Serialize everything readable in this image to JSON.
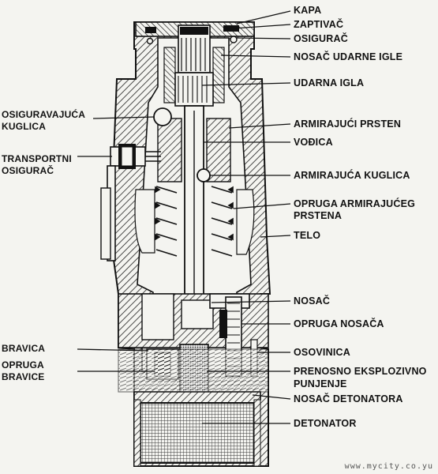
{
  "labels": {
    "kapa": "KAPA",
    "zaptivac": "ZAPTIVAČ",
    "osigurac": "OSIGURAČ",
    "nosac_udarne_igle": "NOSAČ UDARNE IGLE",
    "udarna_igla": "UDARNA IGLA",
    "armirajuci_prsten": "ARMIRAJUĆI PRSTEN",
    "vodica": "VOĐICA",
    "armirajuca_kuglica": "ARMIRAJUĆA KUGLICA",
    "opruga_armirajuceg_1": "OPRUGA ARMIRAJUĆEG",
    "opruga_armirajuceg_2": "PRSTENA",
    "telo": "TELO",
    "nosac": "NOSAČ",
    "opruga_nosaca": "OPRUGA NOSAČA",
    "osovinica": "OSOVINICA",
    "prenosno_1": "PRENOSNO EKSPLOZIVNO",
    "prenosno_2": "PUNJENJE",
    "nosac_detonatora": "NOSAČ DETONATORA",
    "detonator": "DETONATOR",
    "osiguravajuca_1": "OSIGURAVAJUĆA",
    "osiguravajuca_2": "KUGLICA",
    "transportni_1": "TRANSPORTNI",
    "transportni_2": "OSIGURAČ",
    "bravica": "BRAVICA",
    "opruga_bravice_1": "OPRUGA",
    "opruga_bravice_2": "BRAVICE"
  },
  "watermark": "www.mycity.co.yu",
  "colors": {
    "ink": "#111111",
    "paper": "#f4f4f0",
    "hatch": "#222222"
  }
}
